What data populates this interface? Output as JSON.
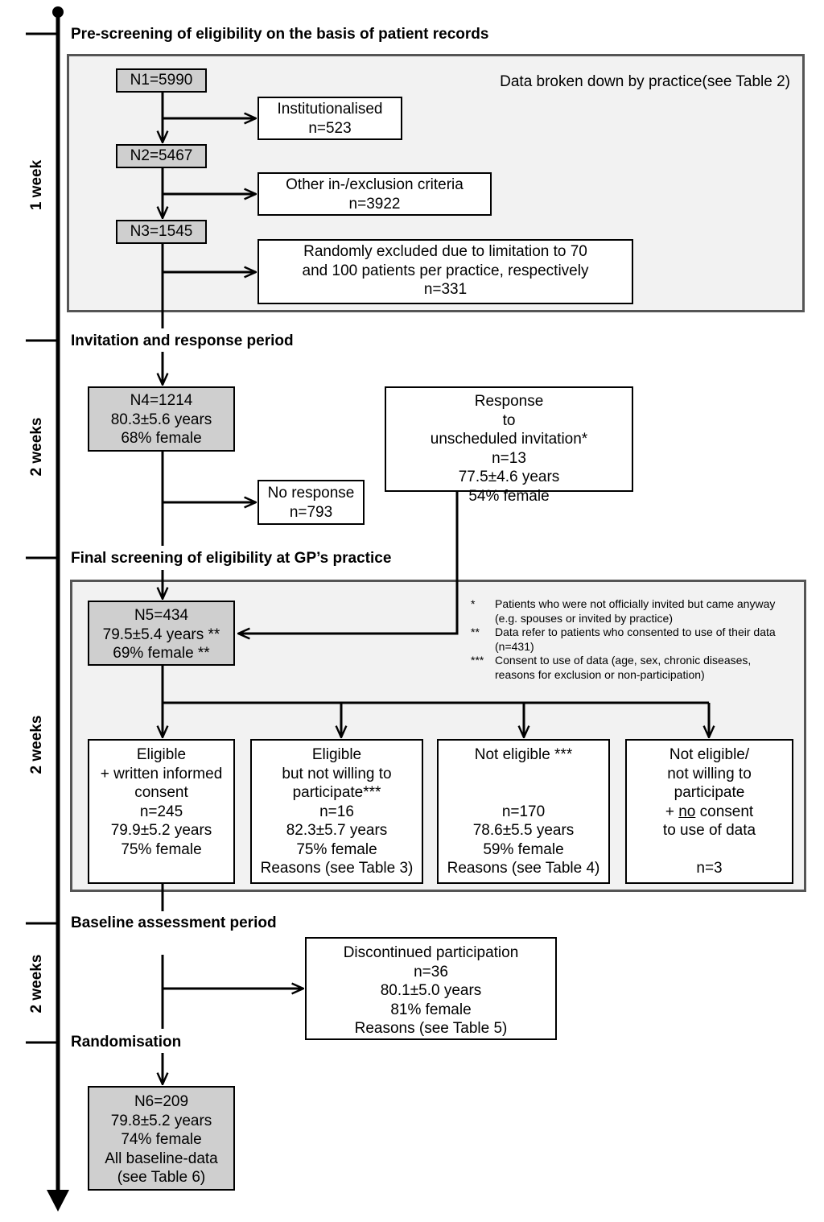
{
  "timeline": {
    "phases": [
      {
        "header": "Pre-screening of eligibility on the basis of patient records",
        "duration": "1 week"
      },
      {
        "header": "Invitation and response period",
        "duration": "2 weeks"
      },
      {
        "header": "Final screening of eligibility at GP’s practice",
        "duration": "2 weeks"
      },
      {
        "header": "Baseline assessment period",
        "duration": "2 weeks"
      },
      {
        "header": "Randomisation"
      }
    ]
  },
  "prescreen": {
    "practice_note": [
      "Data broken down by practice",
      "(see Table 2)"
    ],
    "n1": [
      "N1=5990"
    ],
    "institutionalised": [
      "Institutionalised",
      "n=523"
    ],
    "n2": [
      "N2=5467"
    ],
    "other_criteria": [
      "Other  in-/exclusion criteria",
      "n=3922"
    ],
    "n3": [
      "N3=1545"
    ],
    "randomly_excluded": [
      "Randomly excluded due to limitation to 70",
      "and 100 patients per practice, respectively",
      "n=331"
    ]
  },
  "invitation": {
    "n4": [
      "N4=1214",
      "80.3±5.6 years",
      "68% female"
    ],
    "unscheduled": [
      "Response",
      "to",
      "unscheduled invitation*",
      "n=13",
      "77.5±4.6 years",
      "54% female"
    ],
    "no_response": [
      "No response",
      "n=793"
    ]
  },
  "final_screening": {
    "n5": [
      "N5=434",
      "79.5±5.4 years **",
      "69% female **"
    ],
    "footnotes": [
      {
        "mark": "*",
        "text": "Patients who were not officially invited but came anyway (e.g. spouses or invited by practice)"
      },
      {
        "mark": "**",
        "text": "Data refer to patients who consented to use of their data (n=431)"
      },
      {
        "mark": "***",
        "text": "Consent to use of data (age, sex, chronic diseases, reasons for exclusion or non-participation)"
      }
    ],
    "outcomes": [
      [
        "Eligible",
        "+ written informed",
        "consent",
        "n=245",
        "79.9±5.2 years",
        "75% female"
      ],
      [
        "Eligible",
        "but not willing to",
        "participate***",
        "n=16",
        "82.3±5.7 years",
        "75% female",
        "Reasons (see Table 3)"
      ],
      [
        "Not eligible ***",
        "",
        "",
        "n=170",
        "78.6±5.5 years",
        "59% female",
        "Reasons (see Table 4)"
      ],
      [
        "Not eligible/",
        "not willing to",
        "participate",
        "+ no consent",
        "to use of data",
        "",
        "n=3"
      ]
    ]
  },
  "baseline": {
    "discontinued": [
      "Discontinued participation",
      "n=36",
      "80.1±5.0 years",
      "81% female",
      "Reasons (see Table 5)"
    ]
  },
  "randomisation": {
    "n6": [
      "N6=209",
      "79.8±5.2 years",
      "74% female",
      "All baseline-data",
      "(see Table 6)"
    ]
  }
}
